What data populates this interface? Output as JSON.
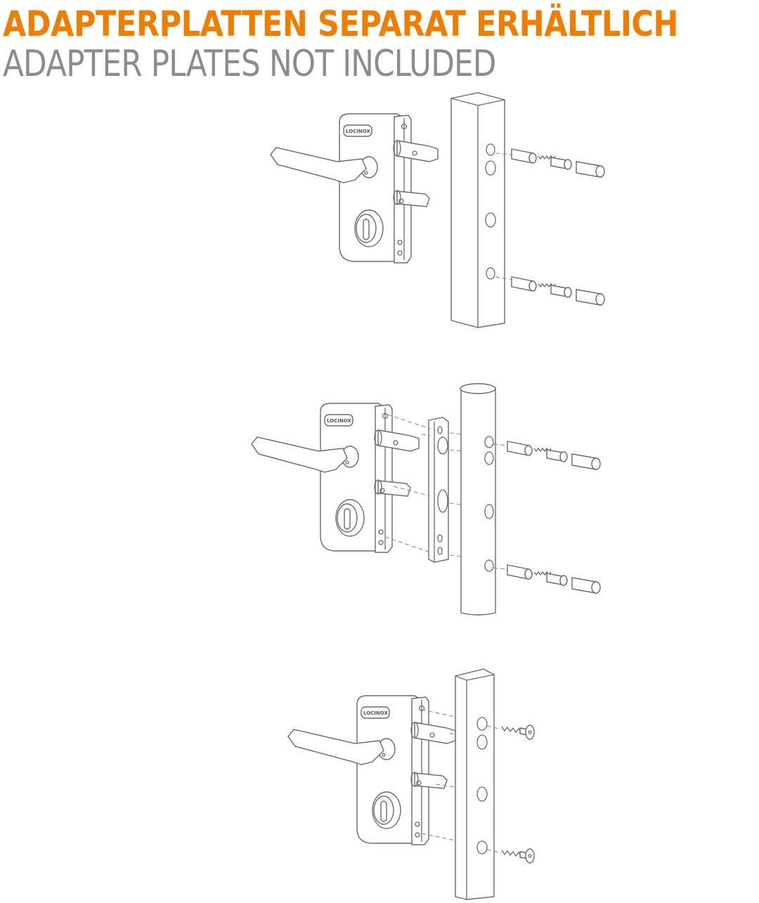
{
  "header": {
    "title_de": "ADAPTERPLATTEN SEPARAT ERHÄLTLICH",
    "title_en": "ADAPTER PLATES NOT INCLUDED",
    "title_de_color": "#ef7d00",
    "title_en_color": "#8c8c8c"
  },
  "brand_label": "LOCINOX",
  "diagrams": [
    {
      "id": "square-post",
      "post_type": "square post",
      "fasteners": "threaded sleeve bolts with springs",
      "adapter_plate": false
    },
    {
      "id": "round-post",
      "post_type": "round post",
      "fasteners": "threaded sleeve bolts with springs",
      "adapter_plate": true
    },
    {
      "id": "flat-post",
      "post_type": "rectangular flat post",
      "fasteners": "screws",
      "adapter_plate": false
    }
  ]
}
